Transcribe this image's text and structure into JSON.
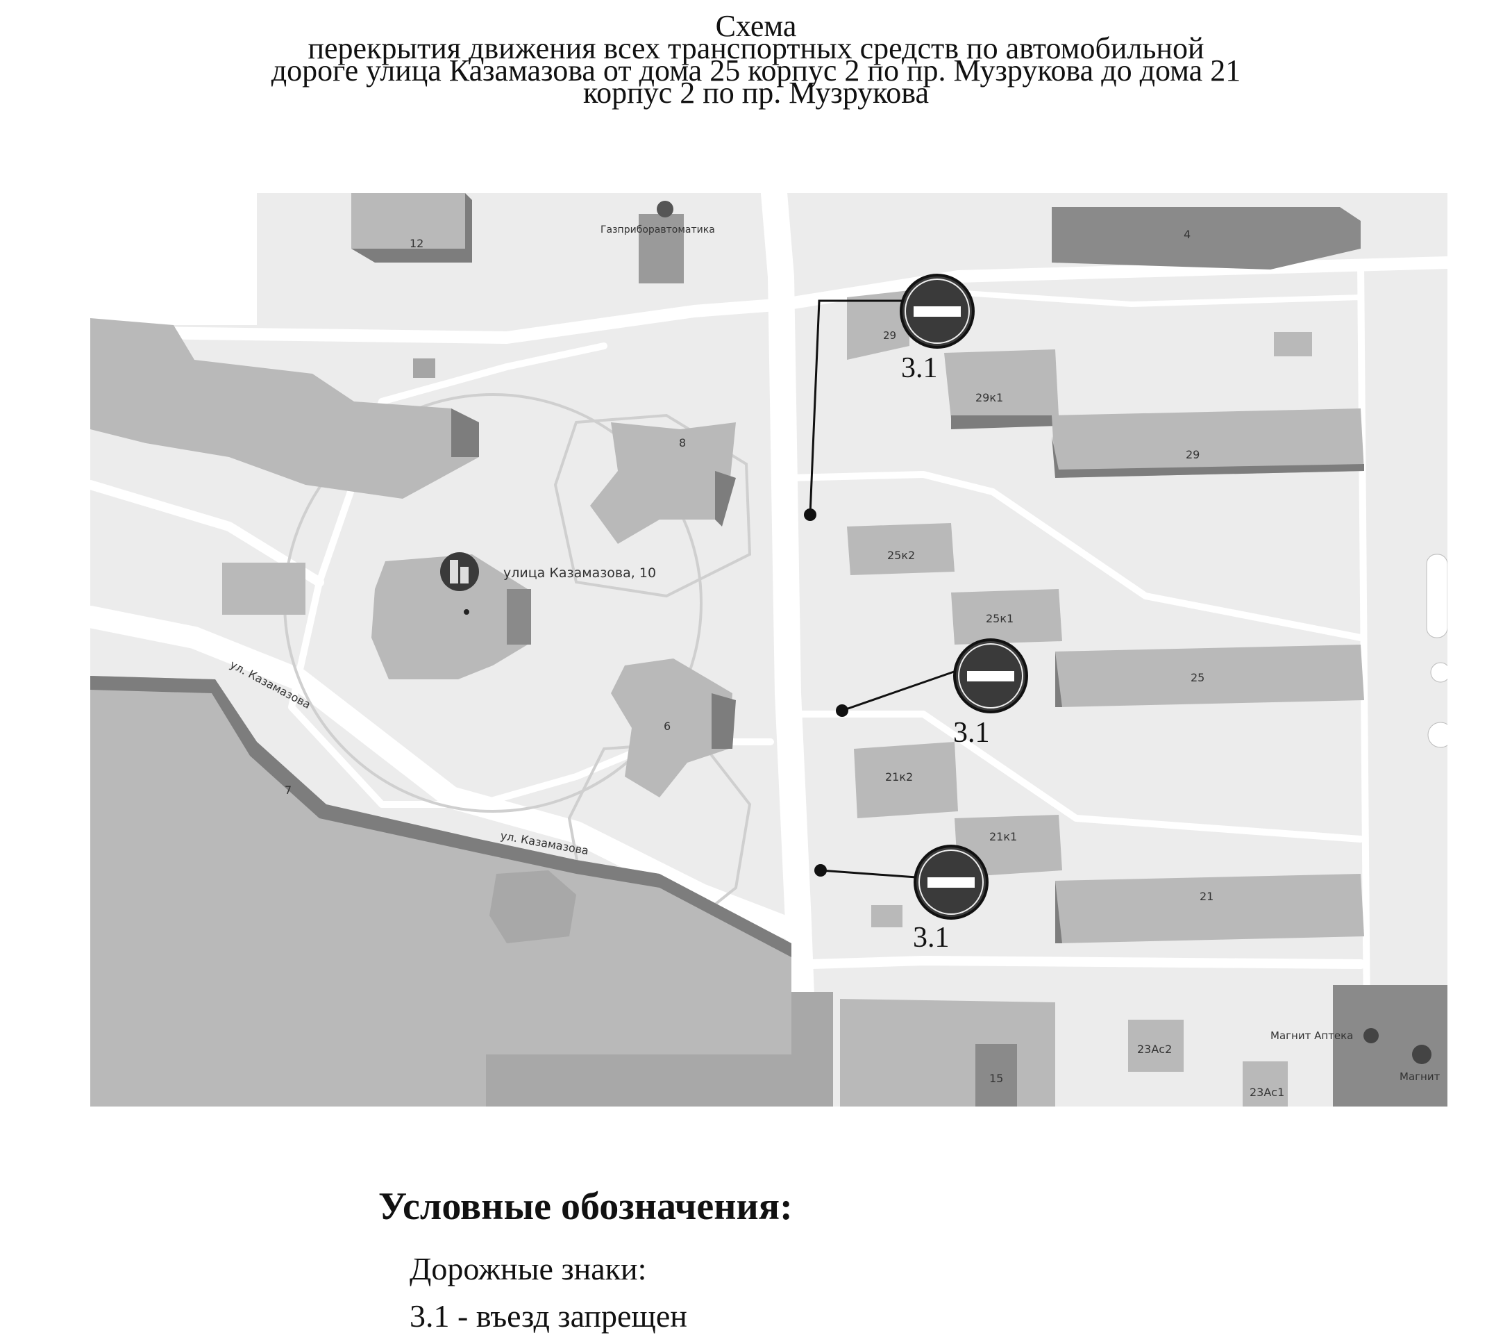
{
  "title": {
    "line1": "Схема",
    "line2": "перекрытия движения всех транспортных средств по автомобильной",
    "line3": "дороге улица Казамазова от дома 25 корпус 2 по пр. Музрукова до дома 21",
    "line4": "корпус 2 по пр. Музрукова"
  },
  "map": {
    "poi_gazpribor": "Газприборавтоматика",
    "poi_address": "улица Казамазова, 10",
    "poi_magnit_apteka": "Магнит Аптека",
    "poi_magnit": "Магнит",
    "street_label_1": "ул. Казамазова",
    "street_label_2": "ул. Казамазова",
    "buildings": {
      "b12": "12",
      "b4": "4",
      "b29": "29",
      "b29k1": "29к1",
      "b29_long": "29",
      "b8": "8",
      "b25k2": "25к2",
      "b25k1": "25к1",
      "b25": "25",
      "b6": "6",
      "b7": "7",
      "b21k2": "21к2",
      "b21k1": "21к1",
      "b21": "21",
      "b15": "15",
      "b23ac2": "23Ас2",
      "b23ac1": "23Ас1"
    },
    "signs": [
      {
        "label": "3.1"
      },
      {
        "label": "3.1"
      },
      {
        "label": "3.1"
      }
    ],
    "colors": {
      "building_fill": "#b9b9b9",
      "building_shadow": "#7d7d7d",
      "road": "#ffffff",
      "ground": "#efefef",
      "sign_fill": "#3a3a3a"
    }
  },
  "legend": {
    "title": "Условные обозначения:",
    "subtitle": "Дорожные знаки:",
    "item": "3.1 - въезд запрещен"
  }
}
